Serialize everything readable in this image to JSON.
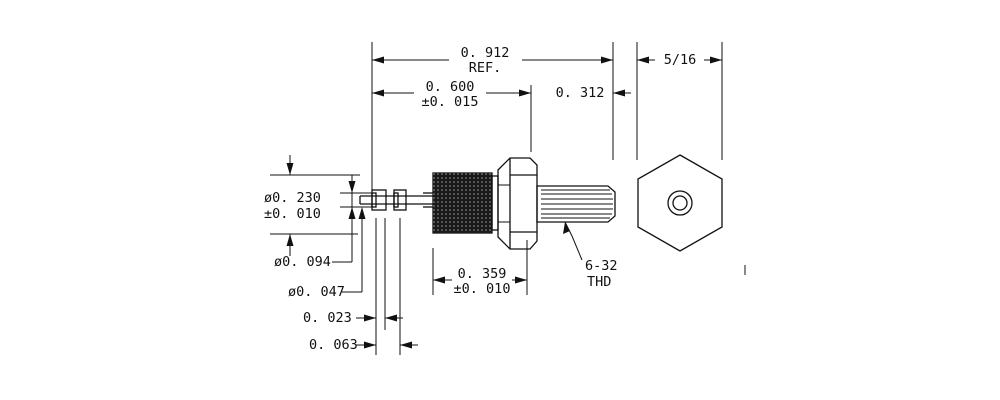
{
  "drawing": {
    "dimensions": {
      "overall_length": "0. 912",
      "overall_note": "REF.",
      "knurl_to_hex": "0. 600",
      "knurl_to_hex_tol": "±0. 015",
      "thread_length": "0. 312",
      "hex_size": "5/16",
      "flange_diameter": "ø0. 230",
      "flange_diameter_tol": "±0. 010",
      "pin_diameter_large": "ø0. 094",
      "pin_diameter_small": "ø0. 047",
      "knurl_length": "0. 359",
      "knurl_length_tol": "±0. 010",
      "groove_width": "0. 023",
      "groove_spacing": "0. 063"
    },
    "thread_callout": {
      "size": "6-32",
      "type": "THD"
    }
  }
}
